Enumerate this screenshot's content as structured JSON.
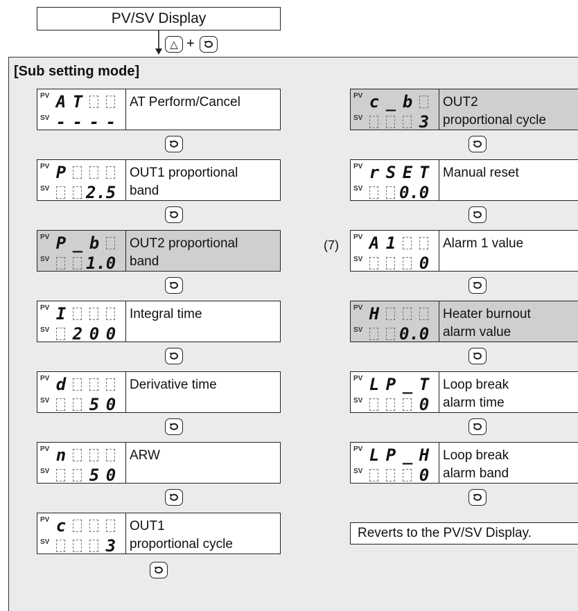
{
  "top": {
    "title": "PV/SV Display"
  },
  "entry": {
    "key1_symbol": "△",
    "plus": "+",
    "key2_icon": "cycle-key-icon"
  },
  "panel": {
    "title": "[Sub setting mode]",
    "side_note": "(7)"
  },
  "tags": {
    "pv": "PV",
    "sv": "SV"
  },
  "steps": [
    {
      "pv": [
        "A",
        "T",
        " ",
        " "
      ],
      "sv": [
        "-",
        "-",
        "-",
        "-"
      ],
      "label": [
        "AT Perform/Cancel"
      ],
      "shaded": false
    },
    {
      "pv": [
        "P",
        " ",
        " ",
        " "
      ],
      "sv": [
        " ",
        " ",
        "2.",
        "5"
      ],
      "label": [
        "OUT1 proportional",
        "band"
      ],
      "shaded": false
    },
    {
      "pv": [
        "P",
        "_",
        "b",
        " "
      ],
      "sv": [
        " ",
        " ",
        "1.",
        "0"
      ],
      "label": [
        "OUT2 proportional",
        "band"
      ],
      "shaded": true
    },
    {
      "pv": [
        "I",
        " ",
        " ",
        " "
      ],
      "sv": [
        " ",
        "2",
        "0",
        "0"
      ],
      "label": [
        "Integral time"
      ],
      "shaded": false
    },
    {
      "pv": [
        "d",
        " ",
        " ",
        " "
      ],
      "sv": [
        " ",
        " ",
        "5",
        "0"
      ],
      "label": [
        "Derivative time"
      ],
      "shaded": false
    },
    {
      "pv": [
        "n",
        " ",
        " ",
        " "
      ],
      "sv": [
        " ",
        " ",
        "5",
        "0"
      ],
      "label": [
        "ARW"
      ],
      "shaded": false
    },
    {
      "pv": [
        "c",
        " ",
        " ",
        " "
      ],
      "sv": [
        " ",
        " ",
        " ",
        "3"
      ],
      "label": [
        "OUT1",
        "proportional cycle"
      ],
      "shaded": false
    },
    {
      "pv": [
        "c",
        "_",
        "b",
        " "
      ],
      "sv": [
        " ",
        " ",
        " ",
        "3"
      ],
      "label": [
        "OUT2",
        "proportional cycle"
      ],
      "shaded": true
    },
    {
      "pv": [
        "r",
        "S",
        "E",
        "T"
      ],
      "sv": [
        " ",
        " ",
        "0.",
        "0"
      ],
      "label": [
        "Manual reset"
      ],
      "shaded": false
    },
    {
      "pv": [
        "A",
        "1",
        " ",
        " "
      ],
      "sv": [
        " ",
        " ",
        " ",
        "0"
      ],
      "label": [
        "Alarm 1 value"
      ],
      "shaded": false
    },
    {
      "pv": [
        "H",
        " ",
        " ",
        " "
      ],
      "sv": [
        " ",
        " ",
        "0.",
        "0"
      ],
      "label": [
        "Heater burnout",
        "alarm value"
      ],
      "shaded": true
    },
    {
      "pv": [
        "L",
        "P",
        "_",
        "T"
      ],
      "sv": [
        " ",
        " ",
        " ",
        "0"
      ],
      "label": [
        "Loop break",
        "alarm time"
      ],
      "shaded": false
    },
    {
      "pv": [
        "L",
        "P",
        "_",
        "H"
      ],
      "sv": [
        " ",
        " ",
        " ",
        "0"
      ],
      "label": [
        "Loop break",
        "alarm band"
      ],
      "shaded": false
    }
  ],
  "end": {
    "label": "Reverts to the PV/SV Display."
  }
}
